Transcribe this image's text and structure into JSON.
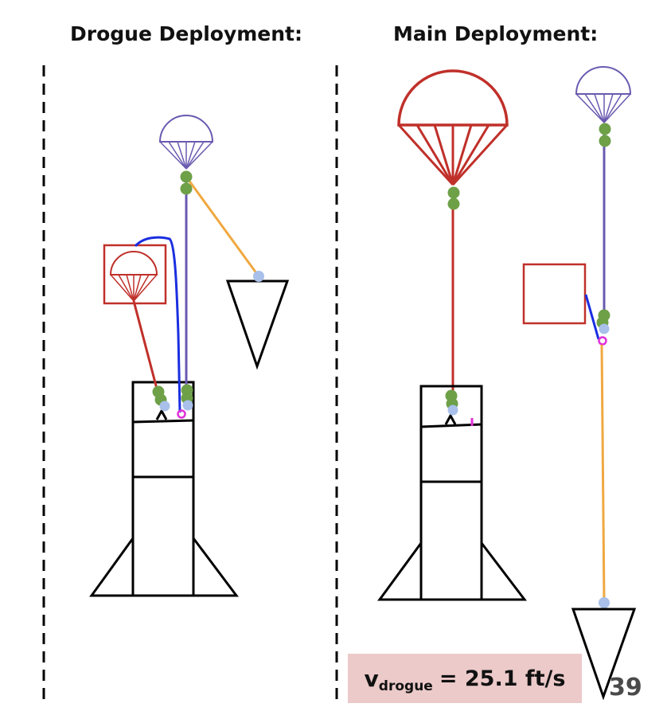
{
  "titles": {
    "drogue": "Drogue Deployment:",
    "main": "Main Deployment:"
  },
  "velocity": {
    "symbol": "v",
    "subscript": "drogue",
    "value_text": "= 25.1 ft/s"
  },
  "page_number": "39",
  "colors": {
    "outline": "#000000",
    "main_chute": "#c0302a",
    "drogue_chute": "#6a5ab0",
    "shock_cord_orange": "#f0a840",
    "shock_cord_blue": "#1a2ee0",
    "quick_link": "#6ea048",
    "swivel": "#a8c0ea",
    "eyebolt": "#e030d8",
    "velocity_box": "#ebcac9"
  }
}
